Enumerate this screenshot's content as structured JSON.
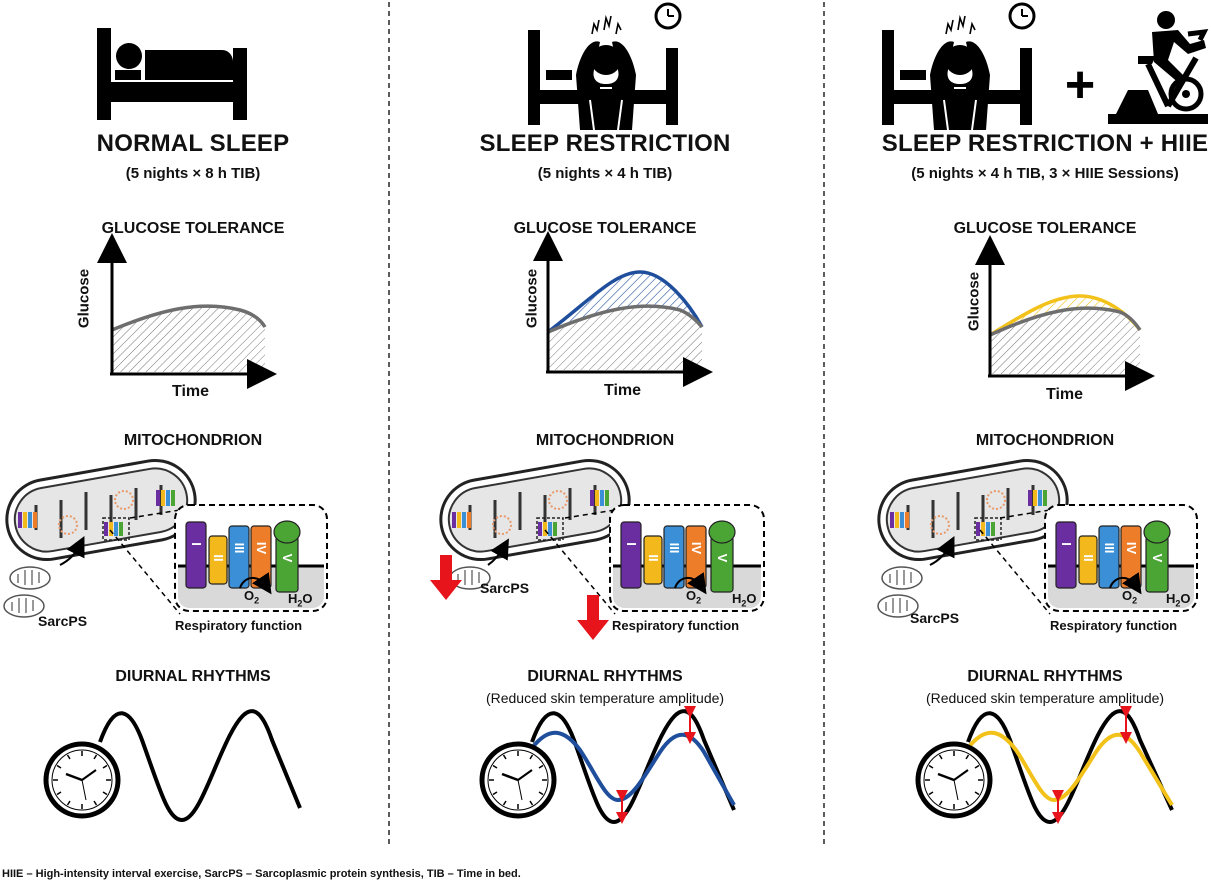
{
  "panels": [
    {
      "title": "NORMAL SLEEP",
      "subtitle": "(5 nights × 8 h TIB)",
      "glucose_heading": "GLUCOSE TOLERANCE",
      "y_label": "Glucose",
      "x_label": "Time",
      "mito_heading": "MITOCHONDRION",
      "sarcps_label": "SarcPS",
      "respiratory_label": "Respiratory function",
      "o2_label": "O",
      "h2o_h": "H",
      "h2o_o": "O",
      "sub_2": "2",
      "rhythm_heading": "DIURNAL RHYTHMS",
      "rhythm_note": ""
    },
    {
      "title": "SLEEP RESTRICTION",
      "subtitle": "(5 nights × 4 h TIB)",
      "glucose_heading": "GLUCOSE TOLERANCE",
      "y_label": "Glucose",
      "x_label": "Time",
      "mito_heading": "MITOCHONDRION",
      "sarcps_label": "SarcPS",
      "respiratory_label": "Respiratory function",
      "o2_label": "O",
      "h2o_h": "H",
      "h2o_o": "O",
      "sub_2": "2",
      "rhythm_heading": "DIURNAL RHYTHMS",
      "rhythm_note": "(Reduced skin temperature amplitude)"
    },
    {
      "title": "SLEEP RESTRICTION + HIIE",
      "subtitle": "(5 nights × 4 h TIB, 3 × HIIE Sessions)",
      "glucose_heading": "GLUCOSE TOLERANCE",
      "y_label": "Glucose",
      "x_label": "Time",
      "mito_heading": "MITOCHONDRION",
      "sarcps_label": "SarcPS",
      "respiratory_label": "Respiratory function",
      "o2_label": "O",
      "h2o_h": "H",
      "h2o_o": "O",
      "sub_2": "2",
      "rhythm_heading": "DIURNAL RHYTHMS",
      "rhythm_note": "(Reduced skin temperature amplitude)"
    }
  ],
  "complex_labels": [
    "I",
    "II",
    "III",
    "IV",
    "V"
  ],
  "plus_sign": "+",
  "footnote": "HIIE – High-intensity interval exercise, SarcPS – Sarcoplasmic protein synthesis, TIB – Time in bed.",
  "colors": {
    "normal_curve": "#777777",
    "restriction_curve": "#1f4e9c",
    "hiie_curve": "#f2c21b",
    "arrow_red": "#e8141c",
    "complex_I": "#6a2ea0",
    "complex_II": "#f3b81b",
    "complex_III": "#3a8fd6",
    "complex_IV": "#ee7d2a",
    "complex_V": "#4aa535"
  }
}
